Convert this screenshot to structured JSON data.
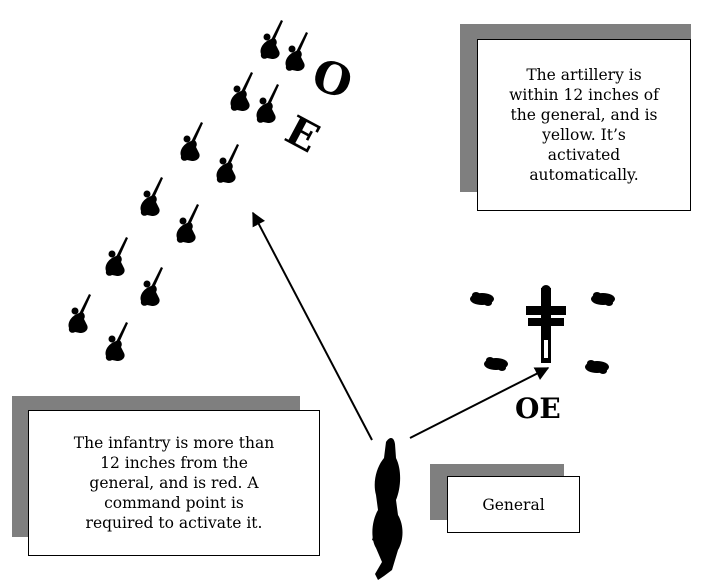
{
  "callouts": {
    "artillery": "The artillery is\nwithin 12 inches of\nthe general, and is\nyellow. It’s\nactivated\nautomatically.",
    "infantry": "The infantry is more than\n12 inches from the\ngeneral, and is red. A\ncommand point is\nrequired to activate it.",
    "general": "General"
  },
  "markers": {
    "infantry_o": "O",
    "infantry_e": "E",
    "artillery": "OE"
  },
  "colors": {
    "ink": "#000000",
    "shadow": "#7f7f7f",
    "background": "#ffffff"
  },
  "icons": [
    "infantry-figure-icon",
    "cannon-icon",
    "artillery-crew-icon",
    "general-figure-icon"
  ]
}
